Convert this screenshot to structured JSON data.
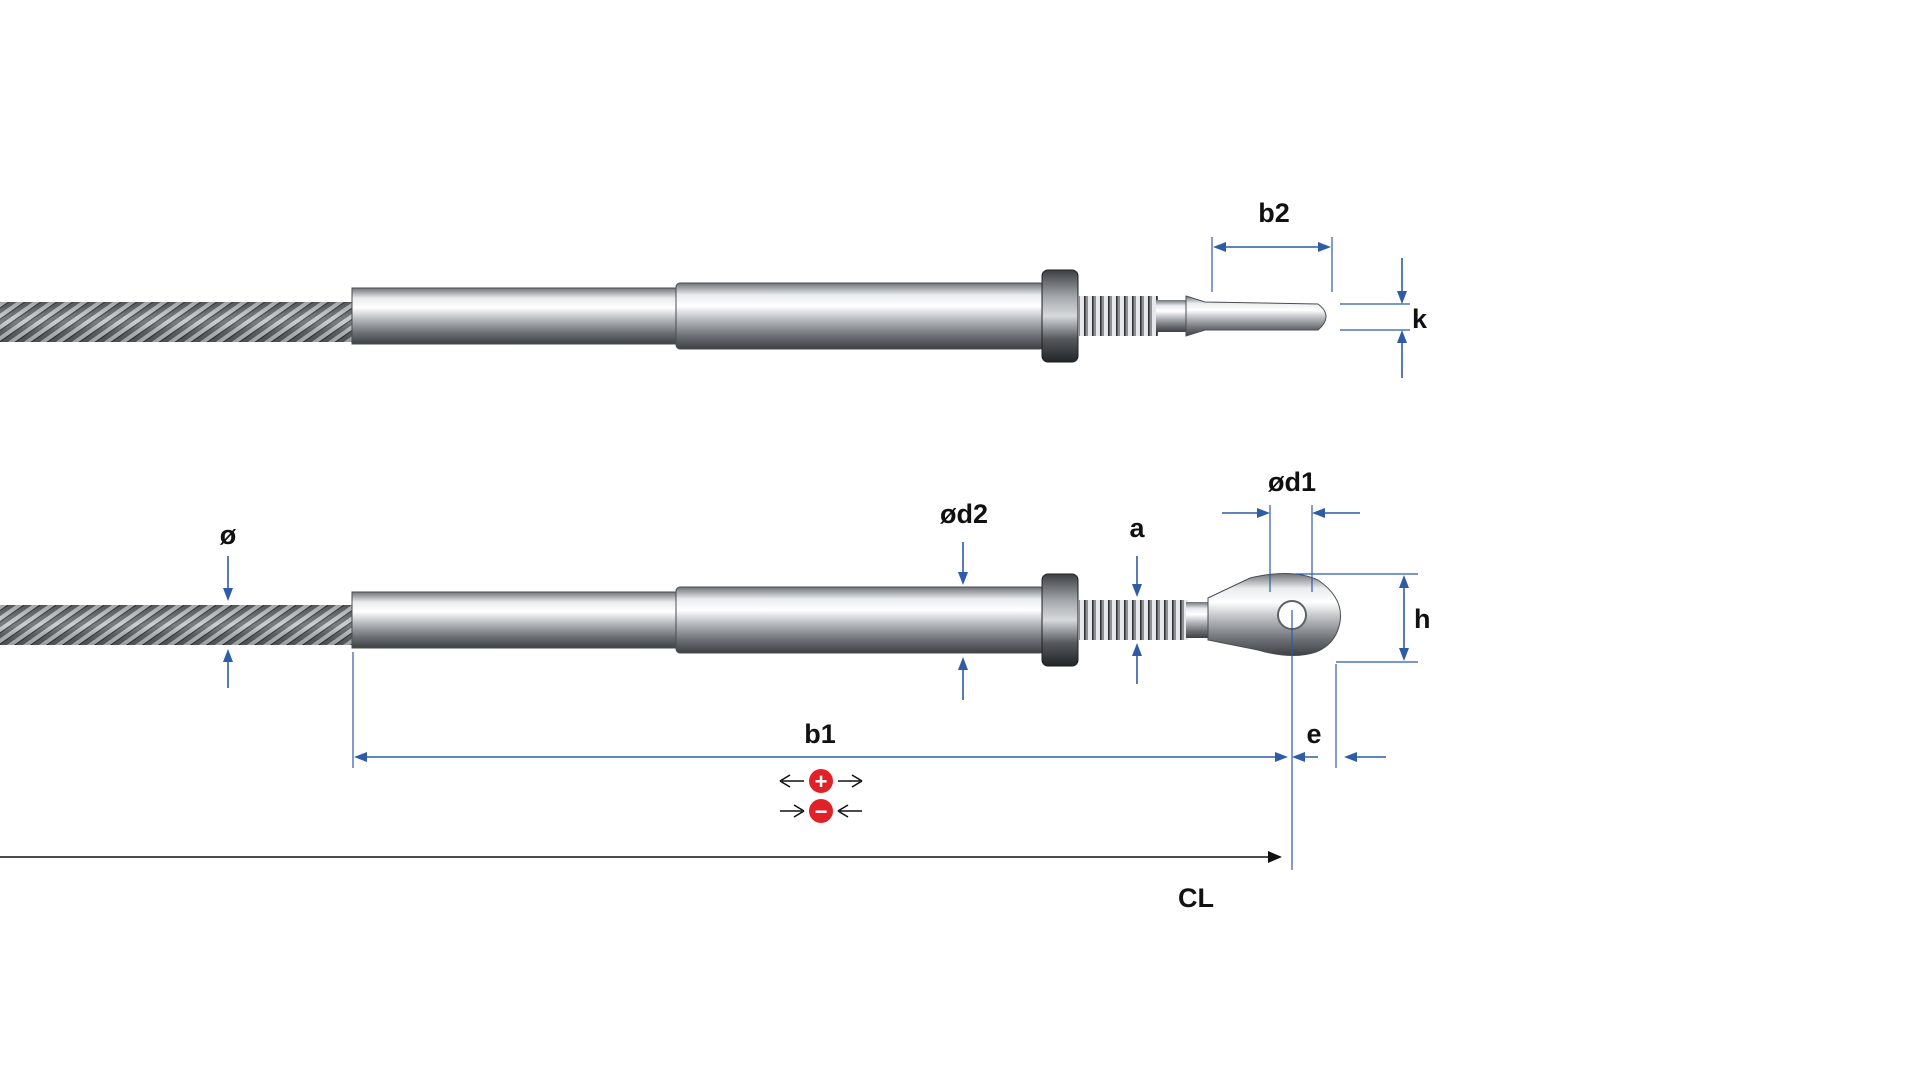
{
  "labels": {
    "b2": "b2",
    "k": "k",
    "diameter": "ø",
    "d2": "ød2",
    "a": "a",
    "d1": "ød1",
    "h": "h",
    "b1": "b1",
    "e": "e",
    "CL": "CL"
  },
  "symbols": {
    "plus": "+",
    "minus": "−"
  },
  "colors": {
    "dimension": "#2f5ba7",
    "adjust_badge": "#e02128",
    "steel": "#b9bcc0"
  }
}
